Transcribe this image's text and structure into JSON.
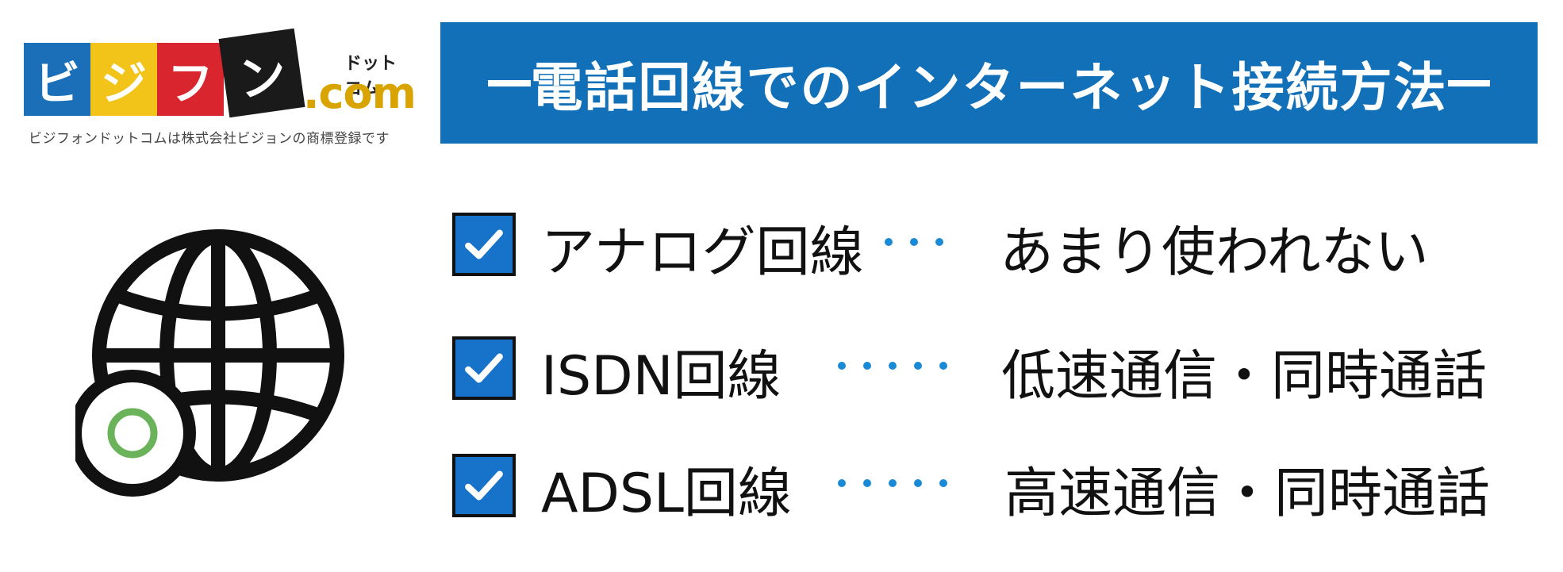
{
  "logo": {
    "tiles": [
      "ビ",
      "ジ",
      "フ",
      "ン"
    ],
    "dotcom": ".com",
    "kana": "ドットコム",
    "trademark": "ビジフォンドットコムは株式会社ビジョンの商標登録です"
  },
  "header": {
    "title": "電話回線でのインターネット接続方法"
  },
  "icon": {
    "globe": "globe-icon",
    "badge": "ring-badge-icon"
  },
  "rows": [
    {
      "label": "アナログ回線",
      "desc": "あまり使われない",
      "dots": 3
    },
    {
      "label": "ISDN回線",
      "desc": "低速通信・同時通話",
      "dots": 5
    },
    {
      "label": "ADSL回線",
      "desc": "高速通信・同時通話",
      "dots": 5
    }
  ],
  "colors": {
    "banner": "#1270b8",
    "checkbox": "#1773c9",
    "dots": "#1b8ad6",
    "badge_ring": "#6ab35a"
  }
}
